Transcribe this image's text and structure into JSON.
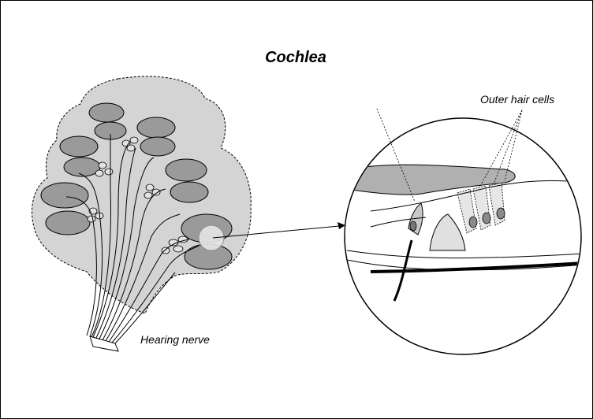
{
  "diagram": {
    "title": "Cochlea",
    "labels": {
      "hearing_nerve": "Hearing nerve",
      "outer_hair_cells": "Outer hair cells"
    },
    "colors": {
      "outline": "#000000",
      "cochlea_fill": "#d4d4d4",
      "turn_fill": "#9a9a9a",
      "membrane_fill": "#b0b0b0",
      "background": "#ffffff"
    }
  }
}
